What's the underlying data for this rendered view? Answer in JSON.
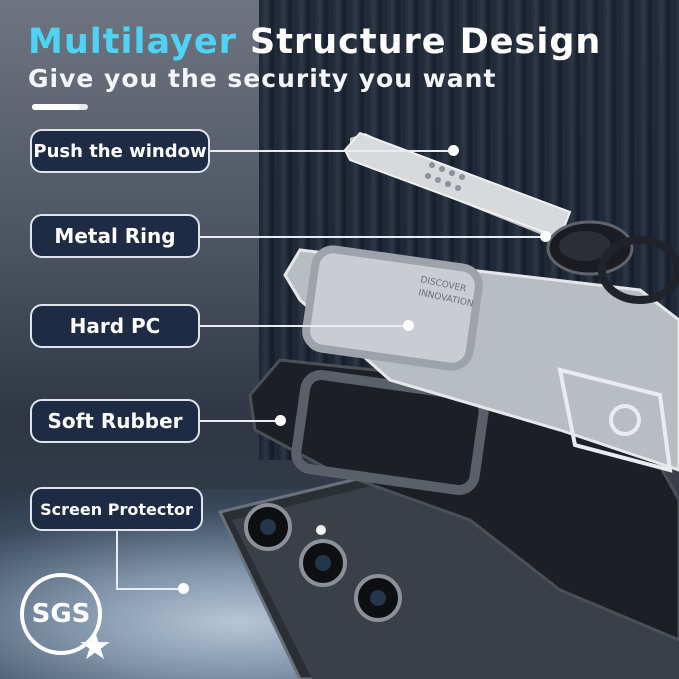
{
  "heading": {
    "accent": "Multilayer",
    "rest": " Structure Design"
  },
  "subheading": "Give you the security you want",
  "progress": {
    "fraction": 0.85
  },
  "layers": [
    {
      "label": "Push the window"
    },
    {
      "label": "Metal Ring"
    },
    {
      "label": "Hard PC"
    },
    {
      "label": "Soft Rubber"
    },
    {
      "label": "Screen Protector"
    }
  ],
  "case_text": {
    "line1": "DISCOVER",
    "line2": "INNOVATION"
  },
  "badge": {
    "text": "SGS",
    "icon": "star-icon"
  },
  "colors": {
    "accent": "#4fd3f4",
    "label_bg": "#1d2b45",
    "label_border": "#dfe4ec"
  }
}
